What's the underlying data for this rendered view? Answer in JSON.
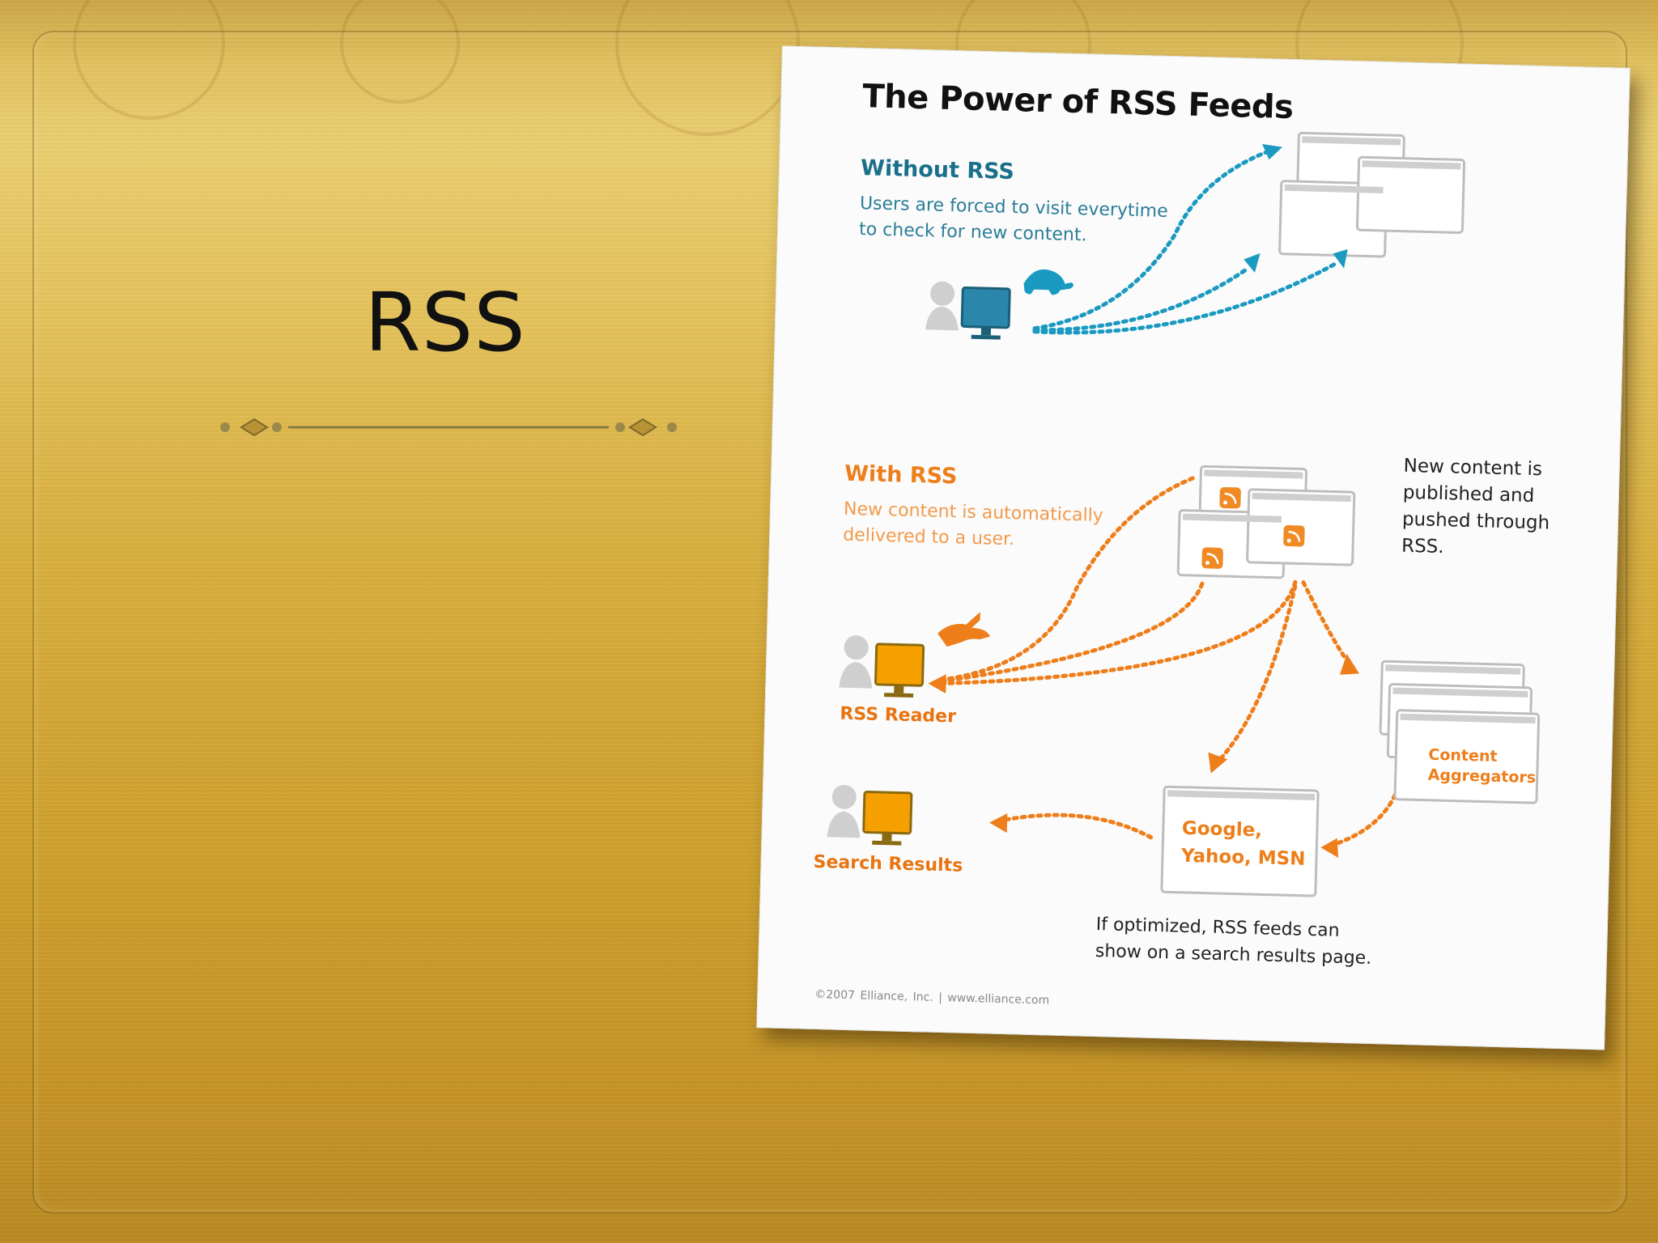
{
  "slide": {
    "title": "RSS"
  },
  "infographic": {
    "title": "The Power of RSS Feeds",
    "without_rss": {
      "heading": "Without RSS",
      "description": "Users are forced to visit everytime\nto check for new content."
    },
    "with_rss": {
      "heading": "With RSS",
      "description": "New content is automatically\ndelivered to a user."
    },
    "pushed_text": "New content is\npublished and\npushed through\nRSS.",
    "rss_reader_label": "RSS Reader",
    "search_results_label": "Search Results",
    "content_aggregators_label": "Content\nAggregators",
    "search_engines_label": "Google,\nYahoo, MSN",
    "optimized_text": "If optimized, RSS feeds can\nshow on a search results page.",
    "copyright": "©2007 Elliance, Inc.  |  www.elliance.com"
  },
  "colors": {
    "background_gold": "#d8ae3e",
    "without_teal": "#1a8fb0",
    "with_orange": "#ee7e1a",
    "rss_icon_orange": "#f08a24"
  },
  "icons": [
    "turtle-icon",
    "rabbit-icon",
    "user-icon",
    "monitor-icon",
    "browser-window-icon",
    "rss-feed-icon",
    "arrow-icon"
  ]
}
